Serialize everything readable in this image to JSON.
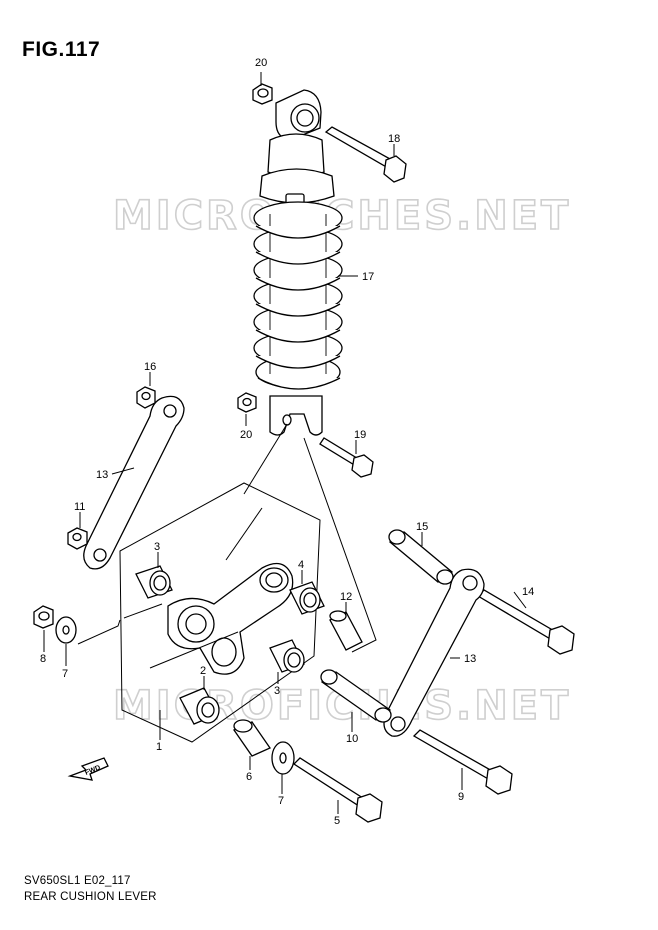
{
  "figure": {
    "title": "FIG.117",
    "model_code": "SV650SL1 E02_117",
    "section_name": "REAR CUSHION LEVER"
  },
  "watermark": "MICROFICHES.NET",
  "direction_marker": "FWD",
  "callouts": [
    "20",
    "18",
    "17",
    "16",
    "20",
    "19",
    "13",
    "11",
    "3",
    "4",
    "15",
    "14",
    "12",
    "8",
    "7",
    "2",
    "3",
    "13",
    "1",
    "10",
    "6",
    "7",
    "9",
    "5"
  ]
}
